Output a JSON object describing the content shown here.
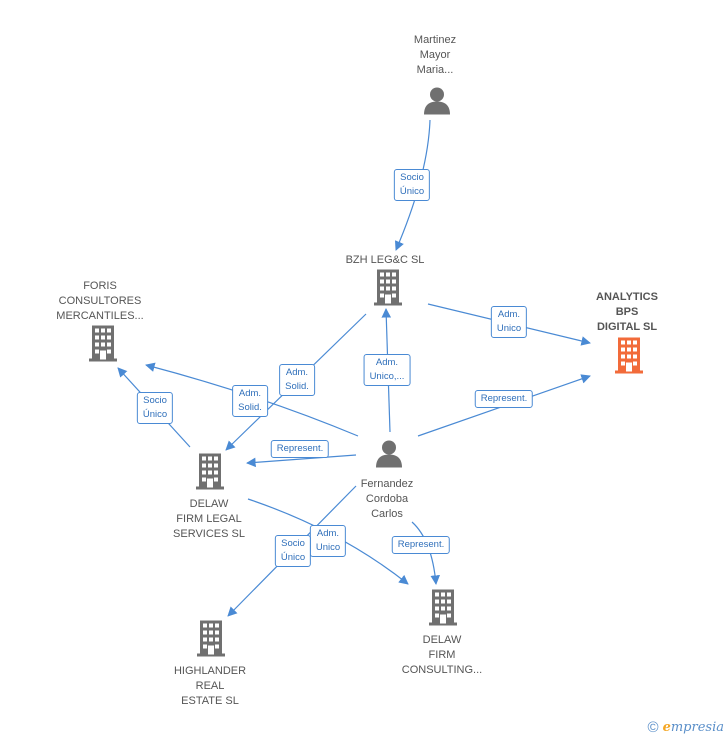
{
  "nodes": {
    "martinez": {
      "label": "Martinez\nMayor\nMaria...",
      "type": "person"
    },
    "bzh": {
      "label": "BZH LEG&C  SL",
      "type": "company"
    },
    "foris": {
      "label": "FORIS\nCONSULTORES\nMERCANTILES...",
      "type": "company"
    },
    "analytics": {
      "label": "ANALYTICS\nBPS\nDIGITAL  SL",
      "type": "company-highlight"
    },
    "fernandez": {
      "label": "Fernandez\nCordoba\nCarlos",
      "type": "person"
    },
    "delaw_legal": {
      "label": "DELAW\nFIRM LEGAL\nSERVICES  SL",
      "type": "company"
    },
    "highlander": {
      "label": "HIGHLANDER\nREAL\nESTATE  SL",
      "type": "company"
    },
    "delaw_consulting": {
      "label": "DELAW\nFIRM\nCONSULTING...",
      "type": "company"
    }
  },
  "edges": [
    {
      "label": "Socio\nÚnico"
    },
    {
      "label": "Adm.\nUnico"
    },
    {
      "label": "Adm.\nSolid."
    },
    {
      "label": "Adm.\nUnico,..."
    },
    {
      "label": "Adm.\nSolid."
    },
    {
      "label": "Represent."
    },
    {
      "label": "Represent."
    },
    {
      "label": "Socio\nÚnico"
    },
    {
      "label": "Adm.\nUnico"
    },
    {
      "label": "Represent."
    },
    {
      "label": "Socio\nÚnico"
    }
  ],
  "colors": {
    "edge": "#4a8ad4",
    "icon": "#707070",
    "highlight": "#f26b3a"
  },
  "footer": {
    "copyright": "©",
    "brand_initial": "e",
    "brand_rest": "mpresia"
  }
}
